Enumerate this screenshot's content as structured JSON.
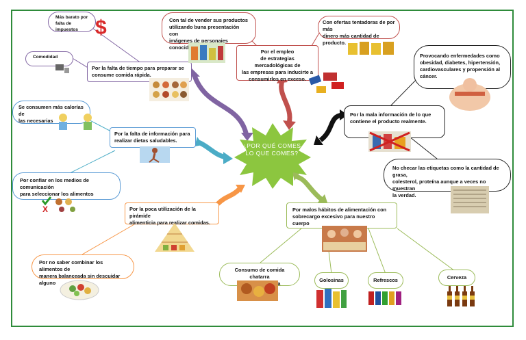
{
  "center": {
    "lines": [
      "¿POR QUÉ",
      "COMES LO",
      "QUE COMES?"
    ]
  },
  "nodes": {
    "cheap": [
      "Más barato por",
      "falta de impuestos"
    ],
    "comfort": [
      "Comodidad"
    ],
    "time": [
      "Por la falta de tiempo para preparar se",
      "consume comida rápida."
    ],
    "sell": [
      "Con tal de vender  sus productos",
      "utilizando buna presentación con",
      "imágenes de personajes conocidos"
    ],
    "offers": [
      "Con ofertas tentadoras de por más",
      "dinero más cantidad de producto."
    ],
    "marketing": [
      "Por el empleo",
      "de estrategias mercadológicas  de",
      "las empresas para inducirte a",
      "consumirlos en exceso."
    ],
    "diseases": [
      "Provocando enfermedades como",
      "obesidad,  diabetes, hipertensión,",
      "cardiovasculares y propensión al",
      "cáncer."
    ],
    "calories": [
      "Se consumen  más calorías de",
      "las necesarias"
    ],
    "lack_info": [
      "Por la falta de información para",
      "realizar dietas saludables."
    ],
    "bad_info": [
      "Por la mala información de lo que",
      "contiene el producto realmente."
    ],
    "labels": [
      "No checar las etiquetas como la cantidad de grasa,",
      "colesterol, proteína aunque a veces no muestran",
      "la verdad."
    ],
    "media": [
      "Por confiar en los medios de comunicación",
      "para seleccionar los alimentos"
    ],
    "pyramid": [
      "Por la poca utilización de la pirámide",
      "alimenticia para realizar comidas."
    ],
    "combine": [
      "Por no saber combinar los alimentos de",
      "manera balanceada sin descuidar alguno"
    ],
    "habits": [
      "Por malos hábitos de alimentación con",
      "sobrecargo excesivo para nuestro cuerpo"
    ],
    "junk": [
      "Consumo  de comida chatarra",
      "con mucha grasa"
    ],
    "candy": [
      "Golosinas"
    ],
    "soda": [
      "Refrescos"
    ],
    "beer": [
      "Cerveza"
    ]
  },
  "colors": {
    "frame": "#2e8b3a",
    "center": "#8cc63f",
    "purple": "#8064a2",
    "red": "#c0504d",
    "black": "#111111",
    "blue": "#4bacc6",
    "orange": "#f79646",
    "green": "#9bbb59"
  },
  "icons": [
    "dollar-sign-icon",
    "tv-couch-icon",
    "fast-food-icon",
    "popcorn-icon",
    "sick-person-icon",
    "kids-icon",
    "runner-icon",
    "crossed-food-icon",
    "label-icon",
    "pyramid-icon",
    "salad-icon",
    "family-eating-icon",
    "junk-food-icon",
    "candy-icon",
    "soda-cans-icon",
    "beer-bottles-icon"
  ]
}
